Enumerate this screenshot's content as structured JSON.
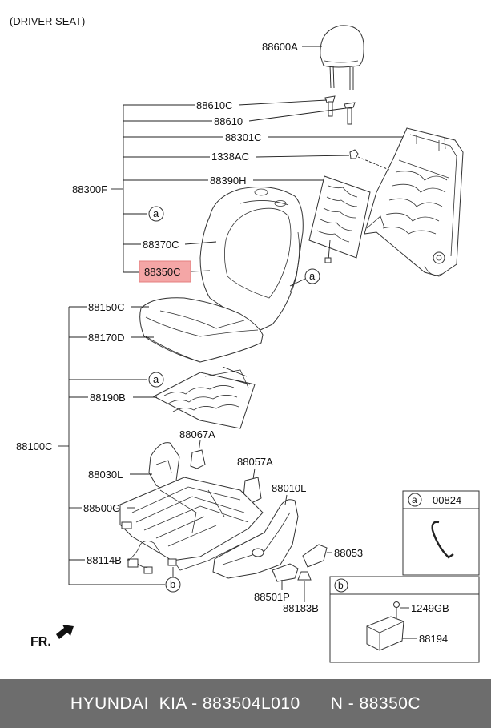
{
  "header": {
    "title": "(DRIVER SEAT)"
  },
  "labels": {
    "p88600A": "88600A",
    "p88610C": "88610C",
    "p88610": "88610",
    "p88301C": "88301C",
    "p1338AC": "1338AC",
    "p88390H": "88390H",
    "p88300F": "88300F",
    "p88370C": "88370C",
    "p88350C": "88350C",
    "p88150C": "88150C",
    "p88170D": "88170D",
    "p88190B": "88190B",
    "p88100C": "88100C",
    "p88067A": "88067A",
    "p88030L": "88030L",
    "p88057A": "88057A",
    "p88010L": "88010L",
    "p88500G": "88500G",
    "p88053": "88053",
    "p88114B": "88114B",
    "p88501P": "88501P",
    "p88183B": "88183B",
    "p00824": "00824",
    "p1249GB": "1249GB",
    "p88194": "88194",
    "ref_a": "a",
    "ref_b": "b",
    "direction": "FR."
  },
  "highlight_color": "#f4a6a6",
  "footer": {
    "text": "HYUNDAI  KIA - 883504L010      N - 88350C"
  }
}
